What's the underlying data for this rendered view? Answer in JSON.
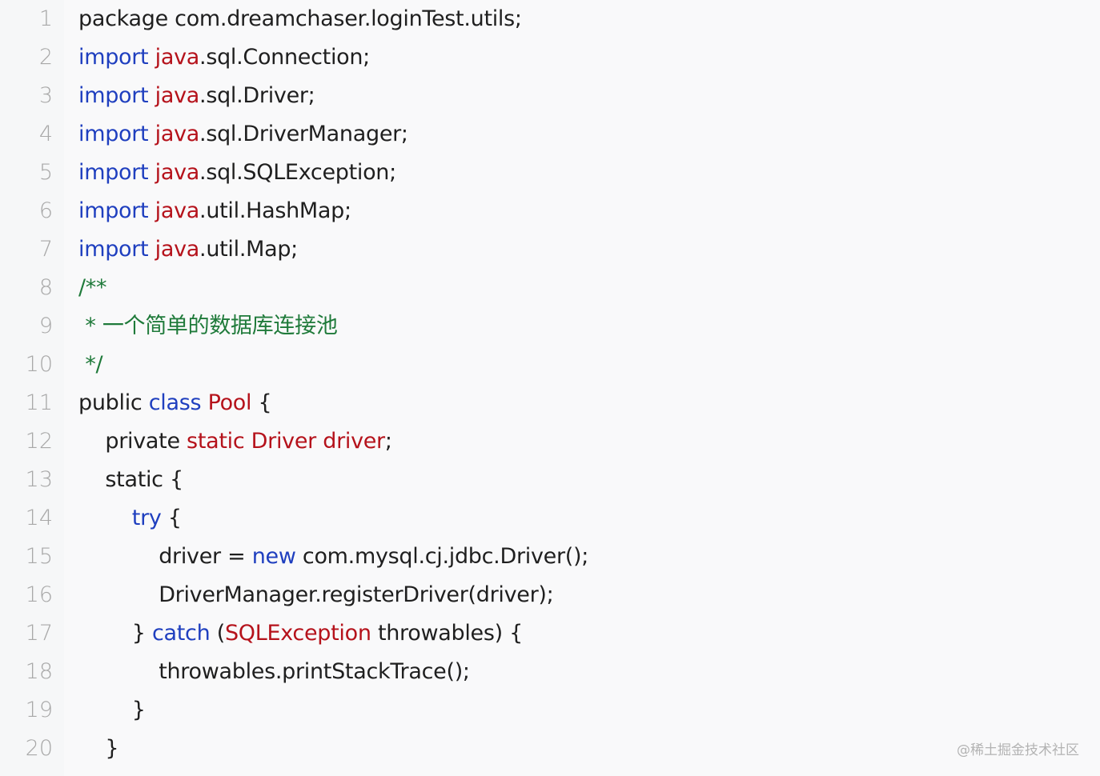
{
  "editor": {
    "lines": [
      {
        "num": "1",
        "indent": "",
        "tokens": [
          {
            "t": "package com.dreamchaser.loginTest.utils;",
            "c": "plain"
          }
        ]
      },
      {
        "num": "2",
        "indent": "",
        "tokens": [
          {
            "t": "import",
            "c": "kw"
          },
          {
            "t": " ",
            "c": "plain"
          },
          {
            "t": "java",
            "c": "red"
          },
          {
            "t": ".sql.Connection;",
            "c": "plain"
          }
        ]
      },
      {
        "num": "3",
        "indent": "",
        "tokens": [
          {
            "t": "import",
            "c": "kw"
          },
          {
            "t": " ",
            "c": "plain"
          },
          {
            "t": "java",
            "c": "red"
          },
          {
            "t": ".sql.Driver;",
            "c": "plain"
          }
        ]
      },
      {
        "num": "4",
        "indent": "",
        "tokens": [
          {
            "t": "import",
            "c": "kw"
          },
          {
            "t": " ",
            "c": "plain"
          },
          {
            "t": "java",
            "c": "red"
          },
          {
            "t": ".sql.DriverManager;",
            "c": "plain"
          }
        ]
      },
      {
        "num": "5",
        "indent": "",
        "tokens": [
          {
            "t": "import",
            "c": "kw"
          },
          {
            "t": " ",
            "c": "plain"
          },
          {
            "t": "java",
            "c": "red"
          },
          {
            "t": ".sql.SQLException;",
            "c": "plain"
          }
        ]
      },
      {
        "num": "6",
        "indent": "",
        "tokens": [
          {
            "t": "import",
            "c": "kw"
          },
          {
            "t": " ",
            "c": "plain"
          },
          {
            "t": "java",
            "c": "red"
          },
          {
            "t": ".util.HashMap;",
            "c": "plain"
          }
        ]
      },
      {
        "num": "7",
        "indent": "",
        "tokens": [
          {
            "t": "import",
            "c": "kw"
          },
          {
            "t": " ",
            "c": "plain"
          },
          {
            "t": "java",
            "c": "red"
          },
          {
            "t": ".util.Map;",
            "c": "plain"
          }
        ]
      },
      {
        "num": "8",
        "indent": "",
        "tokens": [
          {
            "t": "/**",
            "c": "cm"
          }
        ]
      },
      {
        "num": "9",
        "indent": " ",
        "tokens": [
          {
            "t": "* 一个简单的数据库连接池",
            "c": "cm"
          }
        ]
      },
      {
        "num": "10",
        "indent": " ",
        "tokens": [
          {
            "t": "*/",
            "c": "cm"
          }
        ]
      },
      {
        "num": "11",
        "indent": "",
        "tokens": [
          {
            "t": "public ",
            "c": "plain"
          },
          {
            "t": "class",
            "c": "kw"
          },
          {
            "t": " ",
            "c": "plain"
          },
          {
            "t": "Pool",
            "c": "red"
          },
          {
            "t": " {",
            "c": "plain"
          }
        ]
      },
      {
        "num": "12",
        "indent": "    ",
        "tokens": [
          {
            "t": "private ",
            "c": "plain"
          },
          {
            "t": "static Driver driver",
            "c": "red"
          },
          {
            "t": ";",
            "c": "plain"
          }
        ]
      },
      {
        "num": "13",
        "indent": "    ",
        "tokens": [
          {
            "t": "static {",
            "c": "plain"
          }
        ]
      },
      {
        "num": "14",
        "indent": "        ",
        "tokens": [
          {
            "t": "try",
            "c": "kw"
          },
          {
            "t": " {",
            "c": "plain"
          }
        ]
      },
      {
        "num": "15",
        "indent": "            ",
        "tokens": [
          {
            "t": "driver = ",
            "c": "plain"
          },
          {
            "t": "new",
            "c": "kw"
          },
          {
            "t": " com.mysql.cj.jdbc.Driver();",
            "c": "plain"
          }
        ]
      },
      {
        "num": "16",
        "indent": "            ",
        "tokens": [
          {
            "t": "DriverManager.registerDriver(driver);",
            "c": "plain"
          }
        ]
      },
      {
        "num": "17",
        "indent": "        ",
        "tokens": [
          {
            "t": "} ",
            "c": "plain"
          },
          {
            "t": "catch",
            "c": "kw"
          },
          {
            "t": " (",
            "c": "plain"
          },
          {
            "t": "SQLException",
            "c": "red"
          },
          {
            "t": " throwables) {",
            "c": "plain"
          }
        ]
      },
      {
        "num": "18",
        "indent": "            ",
        "tokens": [
          {
            "t": "throwables.printStackTrace();",
            "c": "plain"
          }
        ]
      },
      {
        "num": "19",
        "indent": "        ",
        "tokens": [
          {
            "t": "}",
            "c": "plain"
          }
        ]
      },
      {
        "num": "20",
        "indent": "    ",
        "tokens": [
          {
            "t": "}",
            "c": "plain"
          }
        ]
      }
    ]
  },
  "watermark": "@稀土掘金技术社区",
  "colors": {
    "keyword": "#1f3fbf",
    "type_red": "#b5121b",
    "comment": "#1f7a3a",
    "plain": "#1f1f1f",
    "line_number": "#a8a8a8",
    "background": "#f9f9fa"
  }
}
